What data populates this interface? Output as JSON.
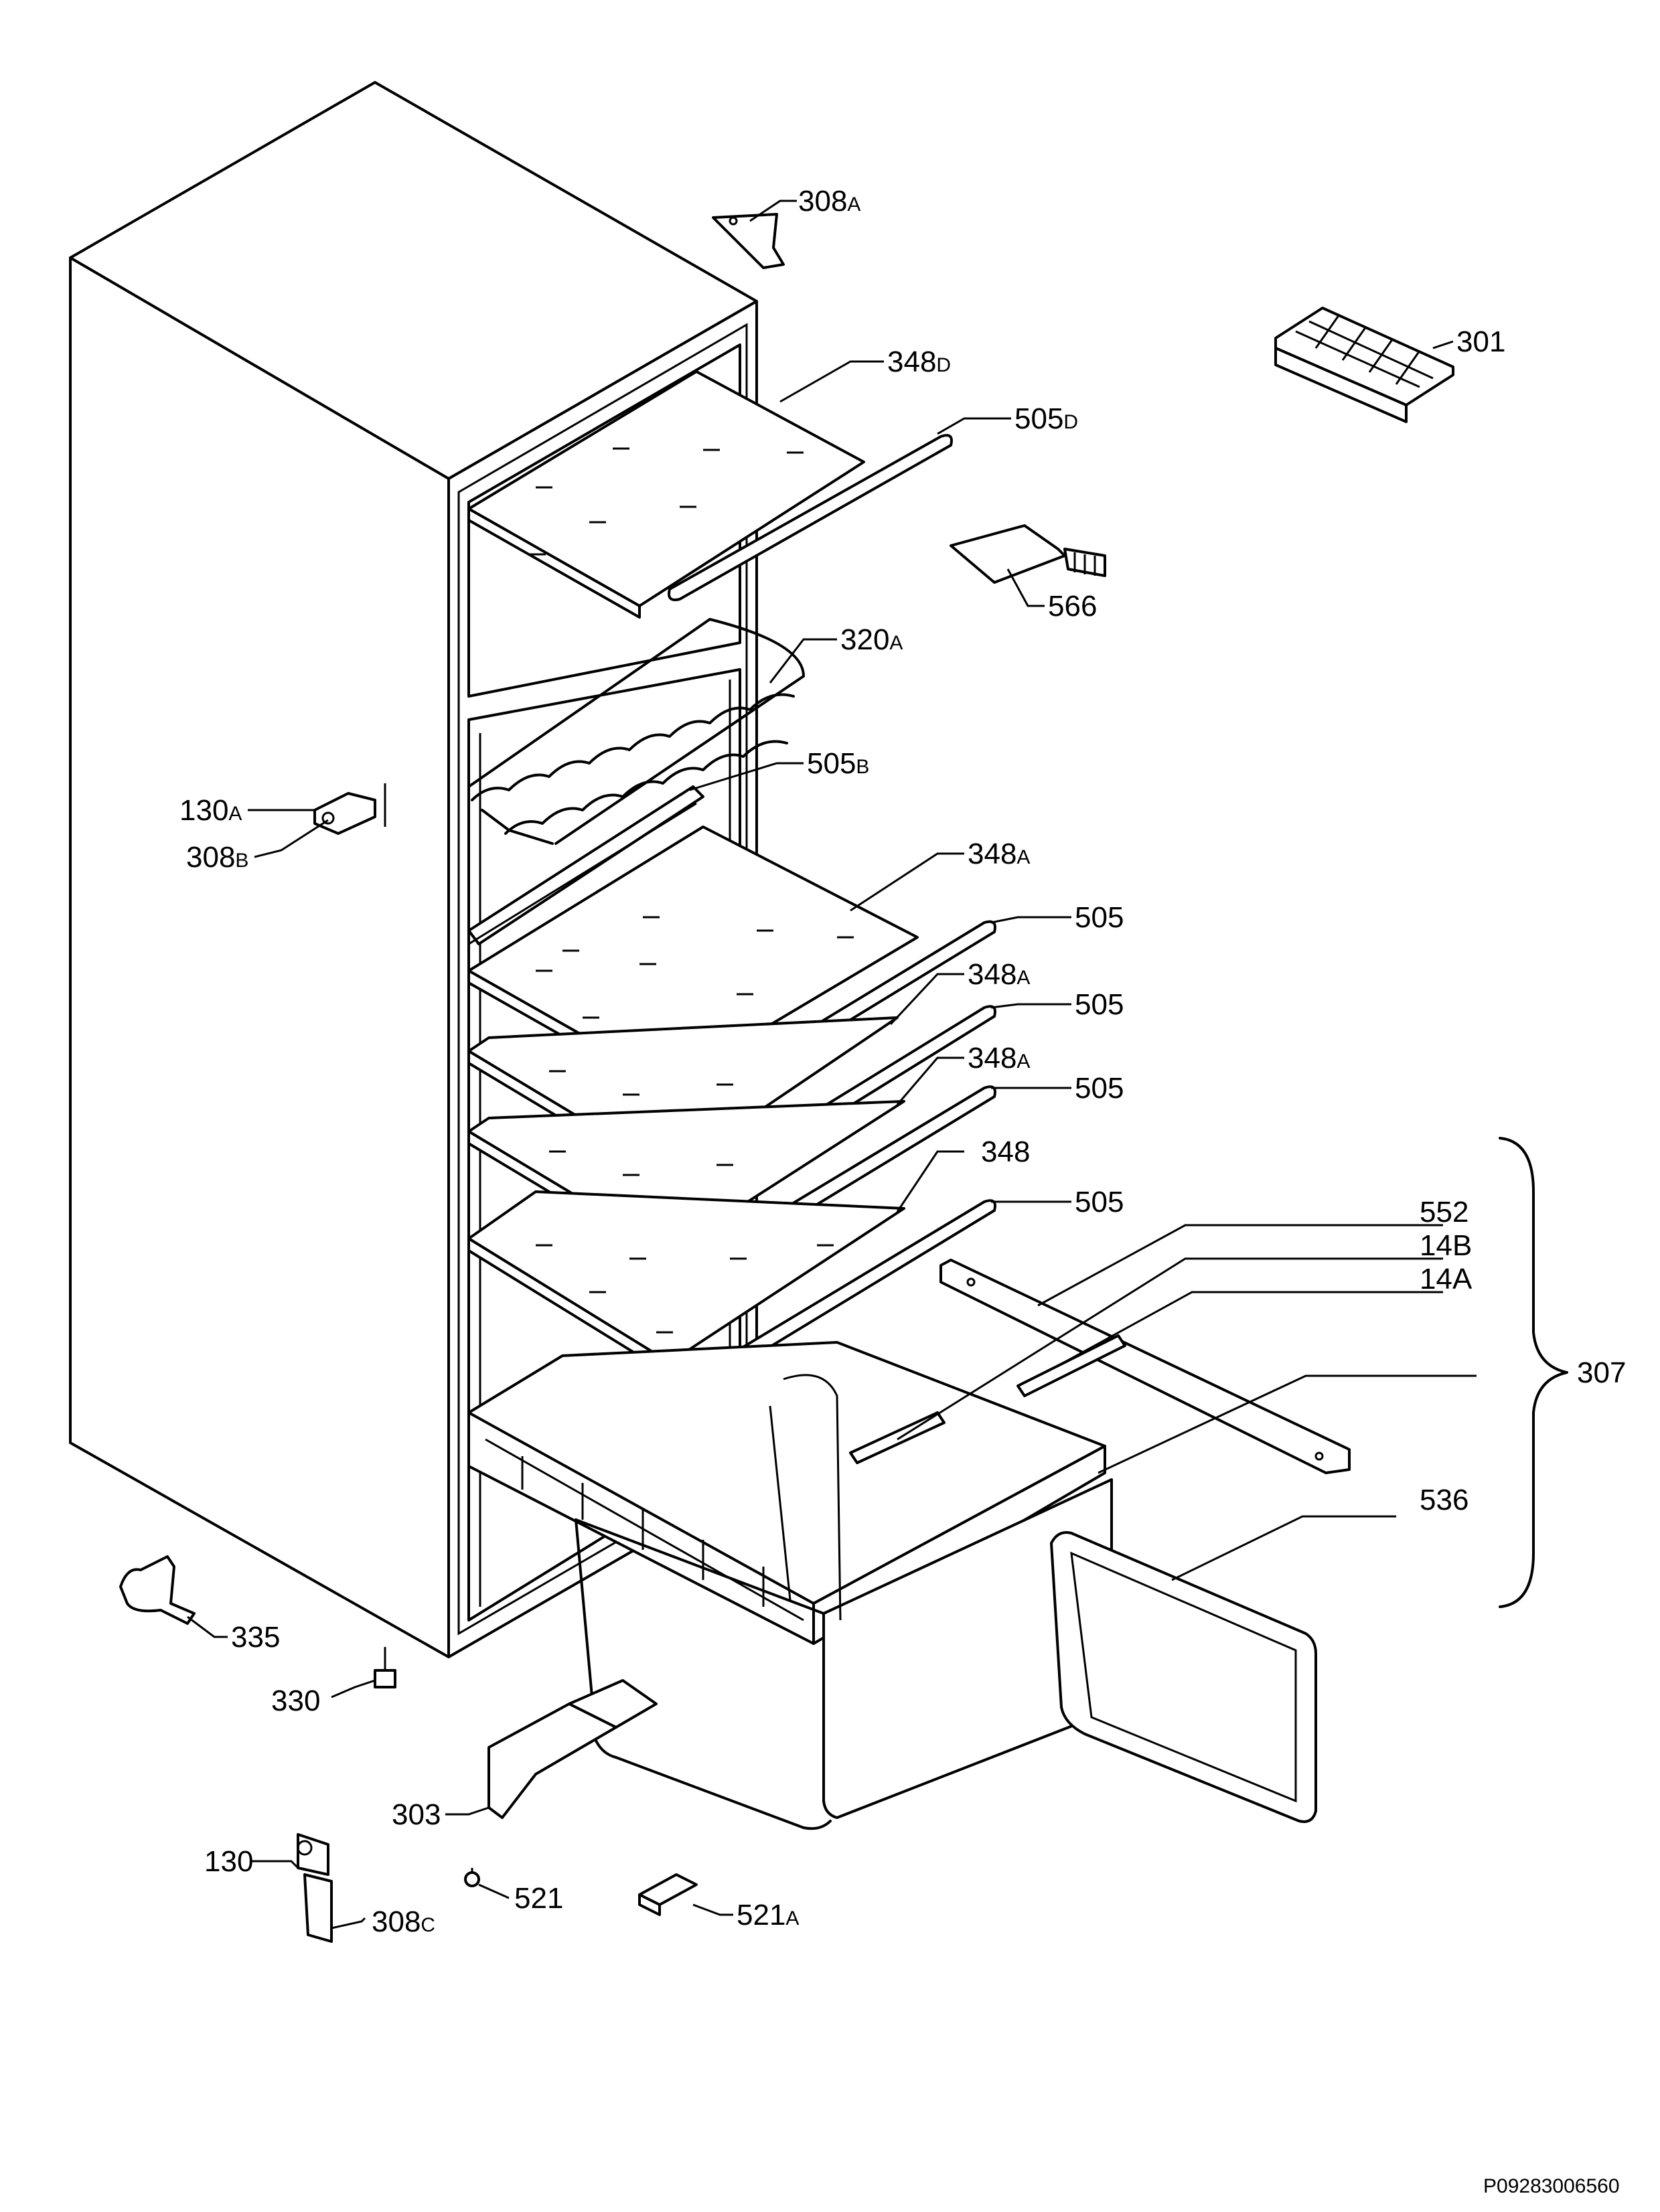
{
  "labels": {
    "l308a": {
      "main": "308",
      "sub": "A"
    },
    "l301": {
      "main": "301",
      "sub": ""
    },
    "l348d": {
      "main": "348",
      "sub": "D"
    },
    "l505d": {
      "main": "505",
      "sub": "D"
    },
    "l566": {
      "main": "566",
      "sub": ""
    },
    "l320a": {
      "main": "320",
      "sub": "A"
    },
    "l505b": {
      "main": "505",
      "sub": "B"
    },
    "l130a": {
      "main": "130",
      "sub": "A"
    },
    "l308b": {
      "main": "308",
      "sub": "B"
    },
    "l348a1": {
      "main": "348",
      "sub": "A"
    },
    "l505_1": {
      "main": "505",
      "sub": ""
    },
    "l348a2": {
      "main": "348",
      "sub": "A"
    },
    "l505_2": {
      "main": "505",
      "sub": ""
    },
    "l348a3": {
      "main": "348",
      "sub": "A"
    },
    "l505_3": {
      "main": "505",
      "sub": ""
    },
    "l348": {
      "main": "348",
      "sub": ""
    },
    "l505_4": {
      "main": "505",
      "sub": ""
    },
    "l552": {
      "main": "552",
      "sub": ""
    },
    "l14b": {
      "main": "14B",
      "sub": ""
    },
    "l14a": {
      "main": "14A",
      "sub": ""
    },
    "l307": {
      "main": "307",
      "sub": ""
    },
    "l536": {
      "main": "536",
      "sub": ""
    },
    "l335": {
      "main": "335",
      "sub": ""
    },
    "l330": {
      "main": "330",
      "sub": ""
    },
    "l303": {
      "main": "303",
      "sub": ""
    },
    "l130": {
      "main": "130",
      "sub": ""
    },
    "l521": {
      "main": "521",
      "sub": ""
    },
    "l308c": {
      "main": "308",
      "sub": "C"
    },
    "l521a": {
      "main": "521",
      "sub": "A"
    }
  },
  "drawing_code": "P09283006560"
}
